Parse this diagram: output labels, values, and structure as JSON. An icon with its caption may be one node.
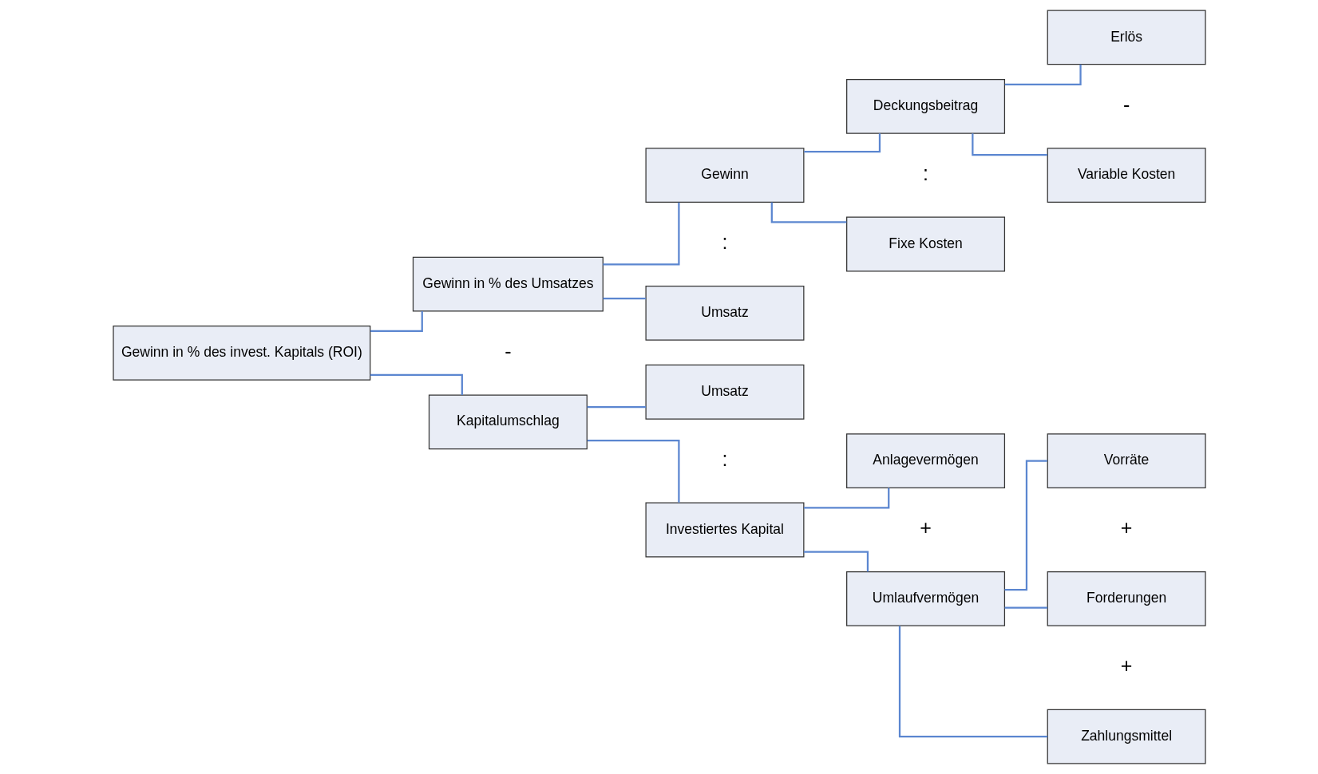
{
  "diagram": {
    "nodes": [
      {
        "text": [
          "Gewinn in % des invest. Kapitals (ROI)"
        ]
      },
      {
        "text": [
          "Gewinn in % des Umsatzes"
        ]
      },
      {
        "text": [
          "Kapitalumschlag"
        ]
      },
      {
        "text": [
          "Gewinn"
        ]
      },
      {
        "text": [
          "Umsatz"
        ]
      },
      {
        "text": [
          "Umsatz"
        ]
      },
      {
        "text": [
          "Investiertes Kapital"
        ]
      },
      {
        "text": [
          "Deckungsbeitrag"
        ]
      },
      {
        "text": [
          "Fixe Kosten"
        ]
      },
      {
        "text": [
          "Anlagevermögen"
        ]
      },
      {
        "text": [
          "Umlaufvermögen"
        ]
      },
      {
        "text": [
          "Erlös"
        ]
      },
      {
        "text": [
          "Variable Kosten"
        ]
      },
      {
        "text": [
          "Vorräte"
        ]
      },
      {
        "text": [
          "Forderungen"
        ]
      },
      {
        "text": [
          "Zahlungsmittel"
        ]
      }
    ],
    "edges": [
      {
        "from": 0,
        "to": 1,
        "arrow": "none"
      },
      {
        "from": 0,
        "to": 2,
        "arrow": "none"
      },
      {
        "from": 1,
        "to": 3,
        "arrow": "none"
      },
      {
        "from": 1,
        "to": 4,
        "arrow": "none"
      },
      {
        "from": 2,
        "to": 5,
        "arrow": "none"
      },
      {
        "from": 2,
        "to": 6,
        "arrow": "none"
      },
      {
        "from": 3,
        "to": 7,
        "arrow": "none"
      },
      {
        "from": 3,
        "to": 8,
        "arrow": "none"
      },
      {
        "from": 6,
        "to": 9,
        "arrow": "none"
      },
      {
        "from": 6,
        "to": 10,
        "arrow": "none"
      },
      {
        "from": 7,
        "to": 11,
        "arrow": "none"
      },
      {
        "from": 7,
        "to": 12,
        "arrow": "none"
      },
      {
        "from": 10,
        "to": 13,
        "arrow": "none"
      },
      {
        "from": 10,
        "to": 14,
        "arrow": "none"
      },
      {
        "from": 10,
        "to": 15,
        "arrow": "none"
      }
    ],
    "labels": [
      ":",
      "-",
      ":",
      "-",
      "+",
      "+",
      ":",
      "+"
    ]
  }
}
